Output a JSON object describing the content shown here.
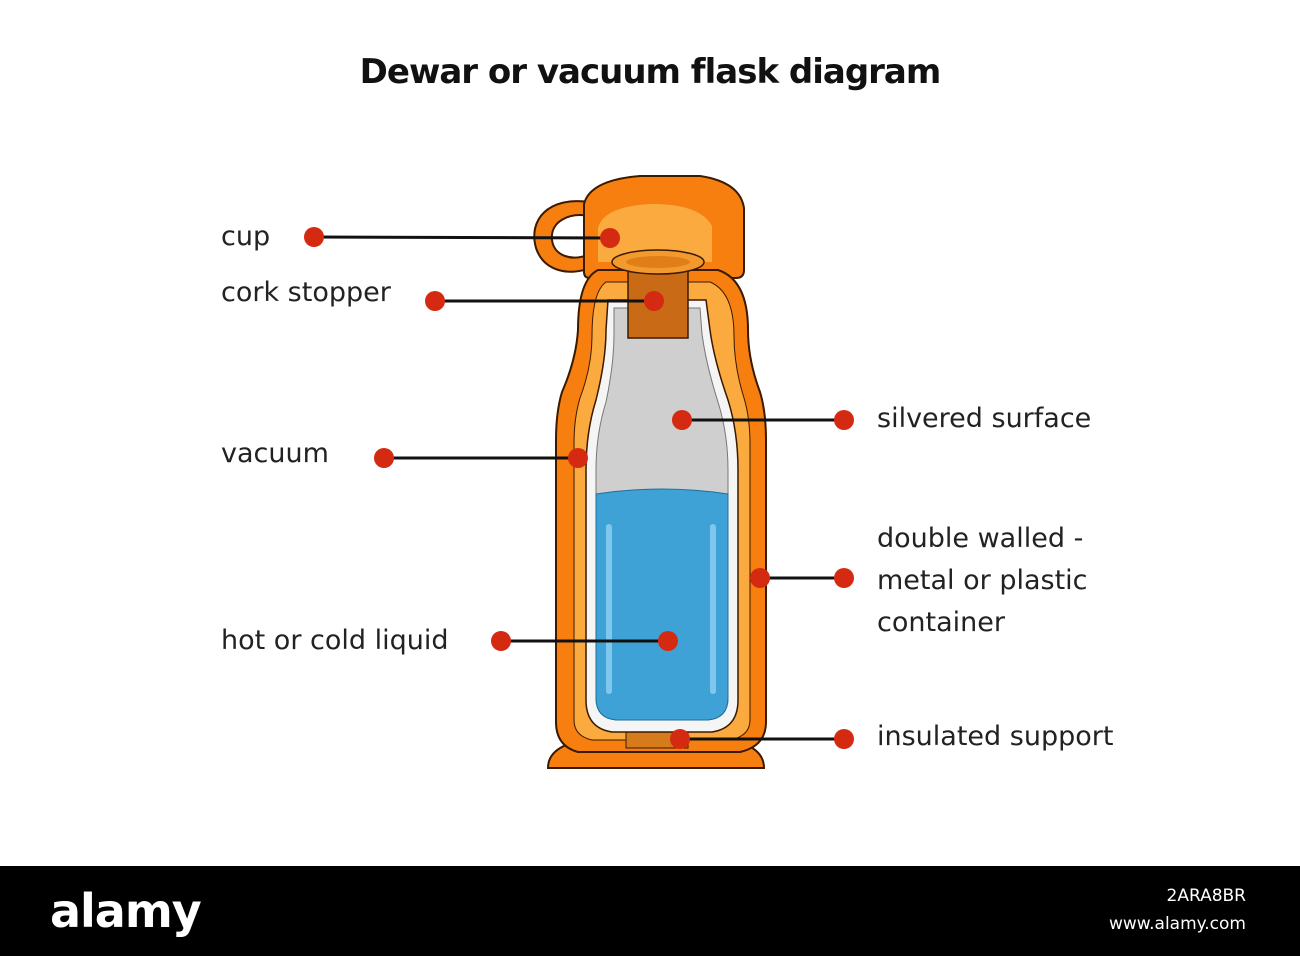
{
  "title": "Dewar or vacuum flask diagram",
  "colors": {
    "outer_shell": "#f77f0f",
    "inner_shell": "#fbaa3f",
    "cork": "#c96a17",
    "glass": "#cfcfcf",
    "liquid": "#3fa2d6",
    "marker": "#d42a12",
    "leader": "#111111"
  },
  "labels": {
    "cup": "cup",
    "cork_stopper": "cork stopper",
    "vacuum": "vacuum",
    "hot_cold_liquid": "hot or cold liquid",
    "silvered_surface": "silvered surface",
    "double_walled_line1": "double walled -",
    "double_walled_line2": "metal or plastic",
    "double_walled_line3": "container",
    "insulated_support": "insulated support"
  },
  "watermark": {
    "brand": "alamy",
    "image_id": "2ARA8BR",
    "site": "www.alamy.com"
  }
}
